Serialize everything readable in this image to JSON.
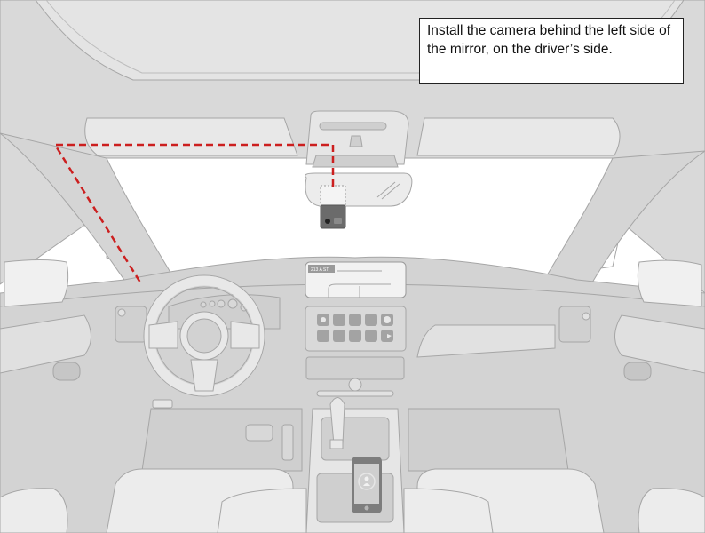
{
  "callout": {
    "text": "Install the camera behind the left side of the mirror, on the driver’s side."
  },
  "screen_label": "213 A ST",
  "colors": {
    "interior_fill": "#d7d7d7",
    "panel_light": "#e4e4e4",
    "panel_dark": "#c9c9c9",
    "outline": "#a6a6a6",
    "glass": "#ffffff",
    "cable_route": "#cc1f1f",
    "camera_body": "#6b6b6b",
    "callout_border": "#222222"
  },
  "infotainment_icons": [
    "settings-icon",
    "music-icon",
    "phone-icon",
    "podcast-icon",
    "messages-icon",
    "wifi-icon",
    "audio-icon",
    "maps-icon",
    "book-icon",
    "play-icon"
  ],
  "cable_route": {
    "style": "dashed",
    "description": "From camera up to headliner, across to left A-pillar, down pillar"
  }
}
